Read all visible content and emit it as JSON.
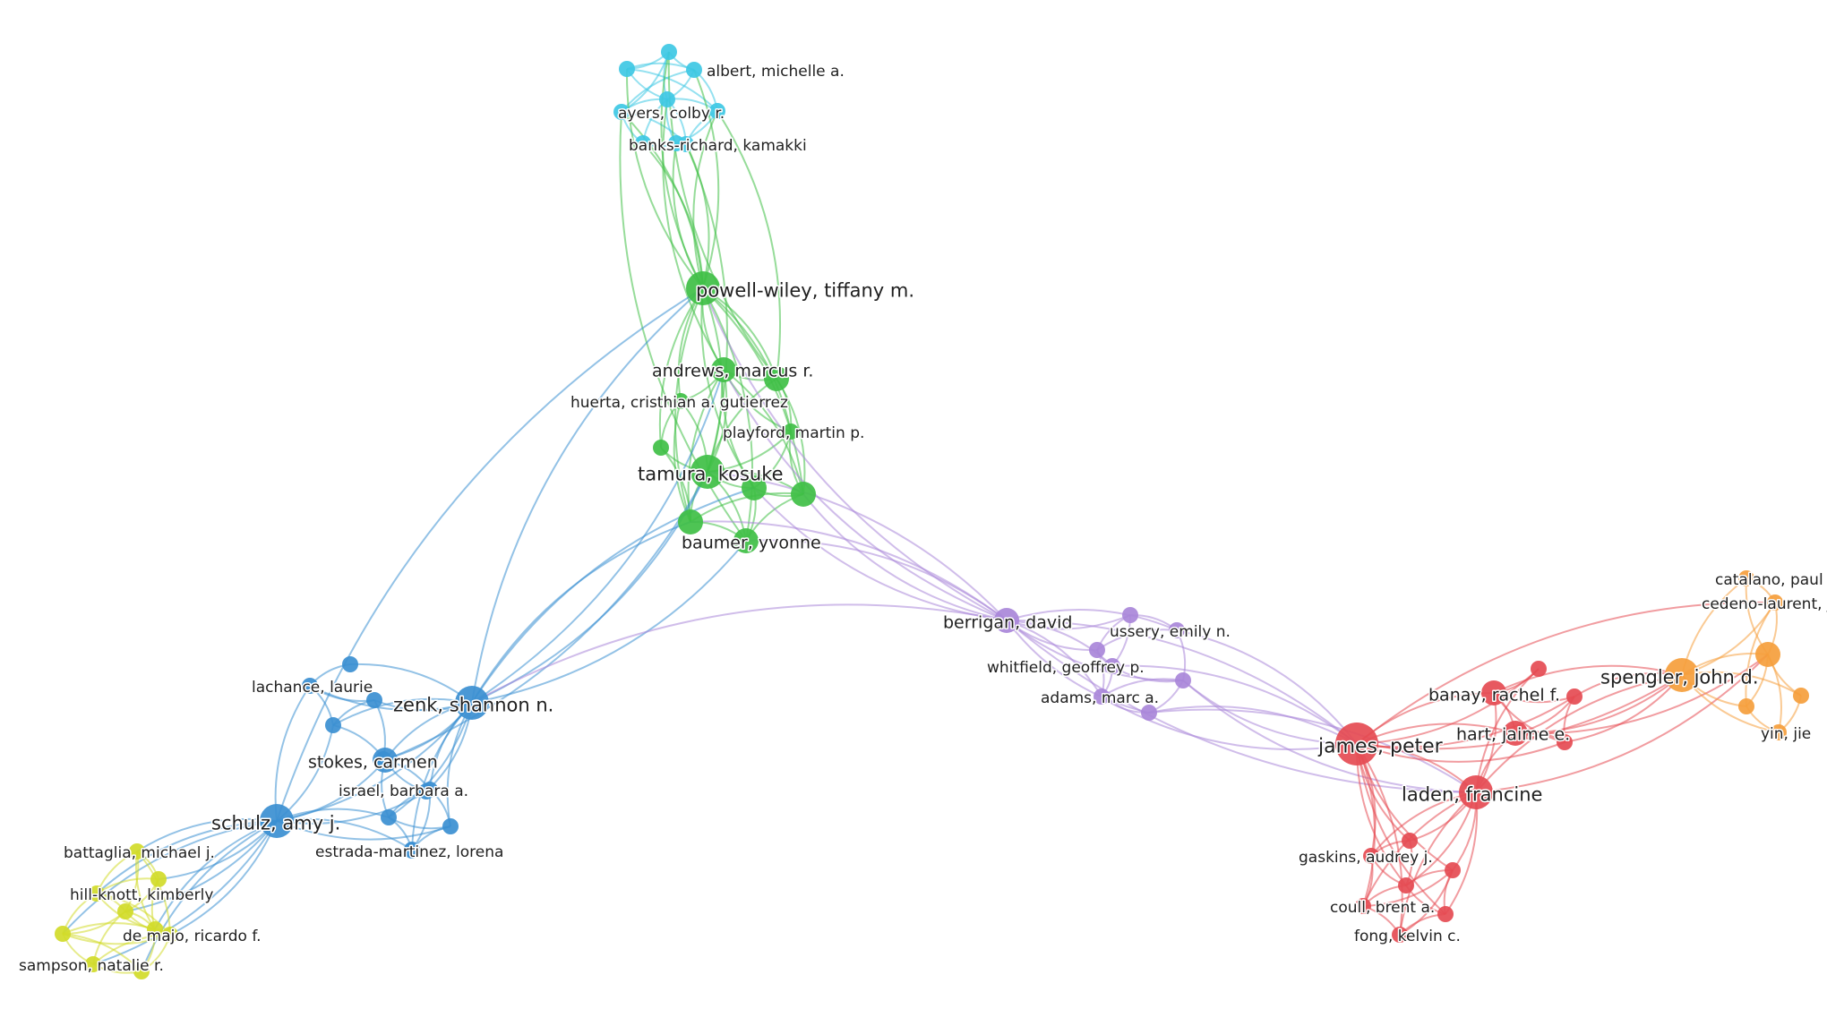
{
  "clusters": {
    "cyan": {
      "color": "#3ec8e4"
    },
    "green": {
      "color": "#3fbf45"
    },
    "blue": {
      "color": "#3b8fd1"
    },
    "yellow": {
      "color": "#d1db29"
    },
    "purple": {
      "color": "#a987d9"
    },
    "red": {
      "color": "#e54b52"
    },
    "orange": {
      "color": "#f59e3c"
    }
  },
  "nodes": [
    {
      "id": "c1",
      "cluster": "cyan",
      "weight": 1,
      "label": ""
    },
    {
      "id": "albert",
      "cluster": "cyan",
      "weight": 1,
      "label": "albert, michelle a."
    },
    {
      "id": "c2",
      "cluster": "cyan",
      "weight": 1,
      "label": ""
    },
    {
      "id": "c3",
      "cluster": "cyan",
      "weight": 1,
      "label": ""
    },
    {
      "id": "ayers",
      "cluster": "cyan",
      "weight": 1,
      "label": "ayers, colby r."
    },
    {
      "id": "c4",
      "cluster": "cyan",
      "weight": 1,
      "label": ""
    },
    {
      "id": "c5",
      "cluster": "cyan",
      "weight": 1,
      "label": ""
    },
    {
      "id": "banks",
      "cluster": "cyan",
      "weight": 1,
      "label": "banks-richard, kamakki"
    },
    {
      "id": "c6",
      "cluster": "cyan",
      "weight": 1,
      "label": ""
    },
    {
      "id": "powell",
      "cluster": "green",
      "weight": 3,
      "label": "powell-wiley, tiffany m."
    },
    {
      "id": "andrews",
      "cluster": "green",
      "weight": 2,
      "label": "andrews, marcus r."
    },
    {
      "id": "g1",
      "cluster": "green",
      "weight": 2,
      "label": ""
    },
    {
      "id": "huerta",
      "cluster": "green",
      "weight": 1,
      "label": "huerta, cristhian a. gutierrez"
    },
    {
      "id": "playford",
      "cluster": "green",
      "weight": 1,
      "label": "playford, martin p."
    },
    {
      "id": "g2",
      "cluster": "green",
      "weight": 1,
      "label": ""
    },
    {
      "id": "tamura",
      "cluster": "green",
      "weight": 3,
      "label": "tamura, kosuke"
    },
    {
      "id": "g3",
      "cluster": "green",
      "weight": 2,
      "label": ""
    },
    {
      "id": "g4",
      "cluster": "green",
      "weight": 2,
      "label": ""
    },
    {
      "id": "g5",
      "cluster": "green",
      "weight": 2,
      "label": ""
    },
    {
      "id": "baumer",
      "cluster": "green",
      "weight": 2,
      "label": "baumer, yvonne"
    },
    {
      "id": "zenk",
      "cluster": "blue",
      "weight": 3,
      "label": "zenk, shannon n."
    },
    {
      "id": "lachance",
      "cluster": "blue",
      "weight": 1,
      "label": "lachance, laurie"
    },
    {
      "id": "b1",
      "cluster": "blue",
      "weight": 1,
      "label": ""
    },
    {
      "id": "b2",
      "cluster": "blue",
      "weight": 1,
      "label": ""
    },
    {
      "id": "b3",
      "cluster": "blue",
      "weight": 1,
      "label": ""
    },
    {
      "id": "b4",
      "cluster": "blue",
      "weight": 1,
      "label": ""
    },
    {
      "id": "stokes",
      "cluster": "blue",
      "weight": 2,
      "label": "stokes, carmen"
    },
    {
      "id": "b5",
      "cluster": "blue",
      "weight": 1,
      "label": ""
    },
    {
      "id": "israel",
      "cluster": "blue",
      "weight": 1,
      "label": "israel, barbara a."
    },
    {
      "id": "b6",
      "cluster": "blue",
      "weight": 1,
      "label": ""
    },
    {
      "id": "b7",
      "cluster": "blue",
      "weight": 1,
      "label": ""
    },
    {
      "id": "b8",
      "cluster": "blue",
      "weight": 1,
      "label": ""
    },
    {
      "id": "schulz",
      "cluster": "blue",
      "weight": 3,
      "label": "schulz, amy j."
    },
    {
      "id": "estrada",
      "cluster": "blue",
      "weight": 1,
      "label": "estrada-martinez, lorena"
    },
    {
      "id": "battaglia",
      "cluster": "yellow",
      "weight": 1,
      "label": "battaglia, michael j."
    },
    {
      "id": "y1",
      "cluster": "yellow",
      "weight": 1,
      "label": ""
    },
    {
      "id": "hill",
      "cluster": "yellow",
      "weight": 1,
      "label": "hill-knott, kimberly"
    },
    {
      "id": "y2",
      "cluster": "yellow",
      "weight": 1,
      "label": ""
    },
    {
      "id": "y3",
      "cluster": "yellow",
      "weight": 1,
      "label": ""
    },
    {
      "id": "demajo",
      "cluster": "yellow",
      "weight": 1,
      "label": "de majo, ricardo f."
    },
    {
      "id": "y4",
      "cluster": "yellow",
      "weight": 1,
      "label": ""
    },
    {
      "id": "sampson",
      "cluster": "yellow",
      "weight": 1,
      "label": "sampson, natalie r."
    },
    {
      "id": "y5",
      "cluster": "yellow",
      "weight": 1,
      "label": ""
    },
    {
      "id": "berrigan",
      "cluster": "purple",
      "weight": 2,
      "label": "berrigan, david"
    },
    {
      "id": "p1",
      "cluster": "purple",
      "weight": 1,
      "label": ""
    },
    {
      "id": "ussery",
      "cluster": "purple",
      "weight": 1,
      "label": "ussery, emily n."
    },
    {
      "id": "p2",
      "cluster": "purple",
      "weight": 1,
      "label": ""
    },
    {
      "id": "whitfield",
      "cluster": "purple",
      "weight": 1,
      "label": "whitfield, geoffrey p."
    },
    {
      "id": "p3",
      "cluster": "purple",
      "weight": 1,
      "label": ""
    },
    {
      "id": "adams",
      "cluster": "purple",
      "weight": 1,
      "label": "adams, marc a."
    },
    {
      "id": "p4",
      "cluster": "purple",
      "weight": 1,
      "label": ""
    },
    {
      "id": "james",
      "cluster": "red",
      "weight": 4,
      "label": "james, peter"
    },
    {
      "id": "r1",
      "cluster": "red",
      "weight": 1,
      "label": ""
    },
    {
      "id": "banay",
      "cluster": "red",
      "weight": 2,
      "label": "banay, rachel f."
    },
    {
      "id": "r2",
      "cluster": "red",
      "weight": 1,
      "label": ""
    },
    {
      "id": "hart",
      "cluster": "red",
      "weight": 2,
      "label": "hart, jaime e."
    },
    {
      "id": "r3",
      "cluster": "red",
      "weight": 1,
      "label": ""
    },
    {
      "id": "laden",
      "cluster": "red",
      "weight": 3,
      "label": "laden, francine"
    },
    {
      "id": "r4",
      "cluster": "red",
      "weight": 1,
      "label": ""
    },
    {
      "id": "gaskins",
      "cluster": "red",
      "weight": 1,
      "label": "gaskins, audrey j."
    },
    {
      "id": "r5",
      "cluster": "red",
      "weight": 1,
      "label": ""
    },
    {
      "id": "coull",
      "cluster": "red",
      "weight": 1,
      "label": "coull, brent a."
    },
    {
      "id": "r6",
      "cluster": "red",
      "weight": 1,
      "label": ""
    },
    {
      "id": "fong",
      "cluster": "red",
      "weight": 1,
      "label": "fong, kelvin c."
    },
    {
      "id": "r7",
      "cluster": "red",
      "weight": 1,
      "label": ""
    },
    {
      "id": "catalano",
      "cluster": "orange",
      "weight": 1,
      "label": "catalano, paul"
    },
    {
      "id": "cedeno",
      "cluster": "orange",
      "weight": 1,
      "label": "cedeno-laurent, jose g."
    },
    {
      "id": "spengler",
      "cluster": "orange",
      "weight": 3,
      "label": "spengler, john d."
    },
    {
      "id": "o1",
      "cluster": "orange",
      "weight": 2,
      "label": ""
    },
    {
      "id": "o2",
      "cluster": "orange",
      "weight": 1,
      "label": ""
    },
    {
      "id": "o3",
      "cluster": "orange",
      "weight": 1,
      "label": ""
    },
    {
      "id": "yin",
      "cluster": "orange",
      "weight": 1,
      "label": "yin, jie"
    }
  ],
  "links": [
    [
      "c1",
      "albert"
    ],
    [
      "c1",
      "c2"
    ],
    [
      "c1",
      "c3"
    ],
    [
      "c1",
      "ayers"
    ],
    [
      "albert",
      "c2"
    ],
    [
      "albert",
      "c3"
    ],
    [
      "albert",
      "ayers"
    ],
    [
      "albert",
      "c4"
    ],
    [
      "c2",
      "c3"
    ],
    [
      "c2",
      "c4"
    ],
    [
      "c3",
      "ayers"
    ],
    [
      "c3",
      "c4"
    ],
    [
      "c3",
      "c5"
    ],
    [
      "c3",
      "banks"
    ],
    [
      "c3",
      "c6"
    ],
    [
      "ayers",
      "banks"
    ],
    [
      "ayers",
      "c5"
    ],
    [
      "c4",
      "c6"
    ],
    [
      "c4",
      "banks"
    ],
    [
      "banks",
      "c6"
    ],
    [
      "c5",
      "c6"
    ],
    [
      "powell",
      "c1"
    ],
    [
      "powell",
      "albert"
    ],
    [
      "powell",
      "c2"
    ],
    [
      "powell",
      "ayers"
    ],
    [
      "powell",
      "c4"
    ],
    [
      "powell",
      "banks"
    ],
    [
      "powell",
      "c6"
    ],
    [
      "powell",
      "c5"
    ],
    [
      "g1",
      "c1"
    ],
    [
      "g1",
      "c4"
    ],
    [
      "andrews",
      "c3"
    ],
    [
      "tamura",
      "banks"
    ],
    [
      "baumer",
      "ayers"
    ],
    [
      "powell",
      "andrews"
    ],
    [
      "powell",
      "g1"
    ],
    [
      "powell",
      "huerta"
    ],
    [
      "powell",
      "playford"
    ],
    [
      "powell",
      "g2"
    ],
    [
      "powell",
      "tamura"
    ],
    [
      "powell",
      "g3"
    ],
    [
      "powell",
      "g4"
    ],
    [
      "powell",
      "g5"
    ],
    [
      "powell",
      "baumer"
    ],
    [
      "andrews",
      "g1"
    ],
    [
      "andrews",
      "huerta"
    ],
    [
      "andrews",
      "playford"
    ],
    [
      "andrews",
      "tamura"
    ],
    [
      "andrews",
      "g3"
    ],
    [
      "andrews",
      "g4"
    ],
    [
      "andrews",
      "g5"
    ],
    [
      "g1",
      "playford"
    ],
    [
      "g1",
      "tamura"
    ],
    [
      "g1",
      "g4"
    ],
    [
      "huerta",
      "g2"
    ],
    [
      "huerta",
      "tamura"
    ],
    [
      "huerta",
      "g5"
    ],
    [
      "playford",
      "tamura"
    ],
    [
      "playford",
      "g4"
    ],
    [
      "playford",
      "g3"
    ],
    [
      "g2",
      "tamura"
    ],
    [
      "g2",
      "g5"
    ],
    [
      "tamura",
      "g3"
    ],
    [
      "tamura",
      "g4"
    ],
    [
      "tamura",
      "g5"
    ],
    [
      "tamura",
      "baumer"
    ],
    [
      "g3",
      "g4"
    ],
    [
      "g3",
      "baumer"
    ],
    [
      "g4",
      "baumer"
    ],
    [
      "g5",
      "baumer"
    ],
    [
      "g4",
      "g5"
    ],
    [
      "zenk",
      "powell"
    ],
    [
      "zenk",
      "tamura"
    ],
    [
      "zenk",
      "g5"
    ],
    [
      "zenk",
      "baumer"
    ],
    [
      "zenk",
      "g3"
    ],
    [
      "zenk",
      "andrews"
    ],
    [
      "schulz",
      "powell"
    ],
    [
      "stokes",
      "tamura"
    ],
    [
      "berrigan",
      "powell"
    ],
    [
      "berrigan",
      "tamura"
    ],
    [
      "berrigan",
      "g4"
    ],
    [
      "berrigan",
      "baumer"
    ],
    [
      "berrigan",
      "g3"
    ],
    [
      "berrigan",
      "g5"
    ],
    [
      "berrigan",
      "andrews"
    ],
    [
      "berrigan",
      "zenk"
    ],
    [
      "zenk",
      "lachance"
    ],
    [
      "zenk",
      "b1"
    ],
    [
      "zenk",
      "b2"
    ],
    [
      "zenk",
      "b3"
    ],
    [
      "zenk",
      "b4"
    ],
    [
      "zenk",
      "stokes"
    ],
    [
      "zenk",
      "b5"
    ],
    [
      "zenk",
      "israel"
    ],
    [
      "zenk",
      "b6"
    ],
    [
      "zenk",
      "b7"
    ],
    [
      "zenk",
      "schulz"
    ],
    [
      "zenk",
      "b8"
    ],
    [
      "lachance",
      "b1"
    ],
    [
      "lachance",
      "b2"
    ],
    [
      "lachance",
      "b3"
    ],
    [
      "b2",
      "b3"
    ],
    [
      "b3",
      "stokes"
    ],
    [
      "b4",
      "stokes"
    ],
    [
      "b2",
      "b4"
    ],
    [
      "stokes",
      "b5"
    ],
    [
      "stokes",
      "israel"
    ],
    [
      "stokes",
      "b6"
    ],
    [
      "stokes",
      "schulz"
    ],
    [
      "israel",
      "b6"
    ],
    [
      "israel",
      "b7"
    ],
    [
      "b6",
      "b7"
    ],
    [
      "b6",
      "b8"
    ],
    [
      "b7",
      "b8"
    ],
    [
      "schulz",
      "b6"
    ],
    [
      "schulz",
      "b7"
    ],
    [
      "schulz",
      "lachance"
    ],
    [
      "schulz",
      "b3"
    ],
    [
      "schulz",
      "b8"
    ],
    [
      "schulz",
      "israel"
    ],
    [
      "israel",
      "b8"
    ],
    [
      "schulz",
      "battaglia"
    ],
    [
      "schulz",
      "y1"
    ],
    [
      "schulz",
      "hill"
    ],
    [
      "schulz",
      "y2"
    ],
    [
      "schulz",
      "y3"
    ],
    [
      "schulz",
      "demajo"
    ],
    [
      "schulz",
      "y4"
    ],
    [
      "schulz",
      "sampson"
    ],
    [
      "schulz",
      "y5"
    ],
    [
      "battaglia",
      "y1"
    ],
    [
      "battaglia",
      "hill"
    ],
    [
      "battaglia",
      "y2"
    ],
    [
      "battaglia",
      "y3"
    ],
    [
      "battaglia",
      "demajo"
    ],
    [
      "y1",
      "hill"
    ],
    [
      "y1",
      "y2"
    ],
    [
      "y1",
      "y3"
    ],
    [
      "hill",
      "y2"
    ],
    [
      "hill",
      "y3"
    ],
    [
      "hill",
      "demajo"
    ],
    [
      "hill",
      "y4"
    ],
    [
      "y2",
      "y3"
    ],
    [
      "y2",
      "demajo"
    ],
    [
      "y3",
      "demajo"
    ],
    [
      "y3",
      "y4"
    ],
    [
      "demajo",
      "y4"
    ],
    [
      "demajo",
      "sampson"
    ],
    [
      "demajo",
      "y5"
    ],
    [
      "y4",
      "sampson"
    ],
    [
      "y4",
      "y5"
    ],
    [
      "sampson",
      "y5"
    ],
    [
      "y2",
      "y4"
    ],
    [
      "y2",
      "sampson"
    ],
    [
      "y3",
      "y5"
    ],
    [
      "berrigan",
      "p1"
    ],
    [
      "berrigan",
      "ussery"
    ],
    [
      "berrigan",
      "p2"
    ],
    [
      "berrigan",
      "whitfield"
    ],
    [
      "berrigan",
      "p3"
    ],
    [
      "berrigan",
      "adams"
    ],
    [
      "berrigan",
      "p4"
    ],
    [
      "p1",
      "ussery"
    ],
    [
      "p1",
      "p2"
    ],
    [
      "p1",
      "whitfield"
    ],
    [
      "ussery",
      "p2"
    ],
    [
      "ussery",
      "p3"
    ],
    [
      "p2",
      "whitfield"
    ],
    [
      "p2",
      "adams"
    ],
    [
      "whitfield",
      "p3"
    ],
    [
      "whitfield",
      "adams"
    ],
    [
      "adams",
      "p4"
    ],
    [
      "p3",
      "p4"
    ],
    [
      "p3",
      "adams"
    ],
    [
      "berrigan",
      "james"
    ],
    [
      "berrigan",
      "laden"
    ],
    [
      "whitfield",
      "james"
    ],
    [
      "p3",
      "james"
    ],
    [
      "p4",
      "james"
    ],
    [
      "adams",
      "james"
    ],
    [
      "ussery",
      "james"
    ],
    [
      "p3",
      "laden"
    ],
    [
      "p4",
      "laden"
    ],
    [
      "james",
      "r1"
    ],
    [
      "james",
      "banay"
    ],
    [
      "james",
      "r2"
    ],
    [
      "james",
      "hart"
    ],
    [
      "james",
      "r3"
    ],
    [
      "james",
      "laden"
    ],
    [
      "james",
      "r4"
    ],
    [
      "james",
      "gaskins"
    ],
    [
      "james",
      "r5"
    ],
    [
      "james",
      "coull"
    ],
    [
      "james",
      "r6"
    ],
    [
      "james",
      "fong"
    ],
    [
      "james",
      "r7"
    ],
    [
      "r1",
      "banay"
    ],
    [
      "banay",
      "r2"
    ],
    [
      "banay",
      "hart"
    ],
    [
      "banay",
      "r3"
    ],
    [
      "r2",
      "hart"
    ],
    [
      "r2",
      "r3"
    ],
    [
      "hart",
      "r3"
    ],
    [
      "hart",
      "laden"
    ],
    [
      "banay",
      "laden"
    ],
    [
      "r1",
      "laden"
    ],
    [
      "laden",
      "r4"
    ],
    [
      "laden",
      "gaskins"
    ],
    [
      "laden",
      "r5"
    ],
    [
      "laden",
      "coull"
    ],
    [
      "laden",
      "r6"
    ],
    [
      "laden",
      "fong"
    ],
    [
      "laden",
      "r7"
    ],
    [
      "r4",
      "gaskins"
    ],
    [
      "r4",
      "r5"
    ],
    [
      "gaskins",
      "r5"
    ],
    [
      "gaskins",
      "coull"
    ],
    [
      "r5",
      "coull"
    ],
    [
      "r5",
      "r6"
    ],
    [
      "r5",
      "r7"
    ],
    [
      "coull",
      "fong"
    ],
    [
      "coull",
      "r6"
    ],
    [
      "r6",
      "fong"
    ],
    [
      "r6",
      "r7"
    ],
    [
      "fong",
      "r7"
    ],
    [
      "james",
      "spengler"
    ],
    [
      "laden",
      "spengler"
    ],
    [
      "hart",
      "spengler"
    ],
    [
      "banay",
      "spengler"
    ],
    [
      "r3",
      "spengler"
    ],
    [
      "r2",
      "spengler"
    ],
    [
      "laden",
      "o1"
    ],
    [
      "james",
      "cedeno"
    ],
    [
      "hart",
      "o1"
    ],
    [
      "spengler",
      "catalano"
    ],
    [
      "spengler",
      "cedeno"
    ],
    [
      "spengler",
      "o1"
    ],
    [
      "spengler",
      "o2"
    ],
    [
      "spengler",
      "o3"
    ],
    [
      "spengler",
      "yin"
    ],
    [
      "catalano",
      "cedeno"
    ],
    [
      "catalano",
      "o1"
    ],
    [
      "cedeno",
      "o1"
    ],
    [
      "cedeno",
      "o2"
    ],
    [
      "o1",
      "o2"
    ],
    [
      "o1",
      "o3"
    ],
    [
      "o1",
      "yin"
    ],
    [
      "o2",
      "yin"
    ],
    [
      "o3",
      "yin"
    ]
  ]
}
